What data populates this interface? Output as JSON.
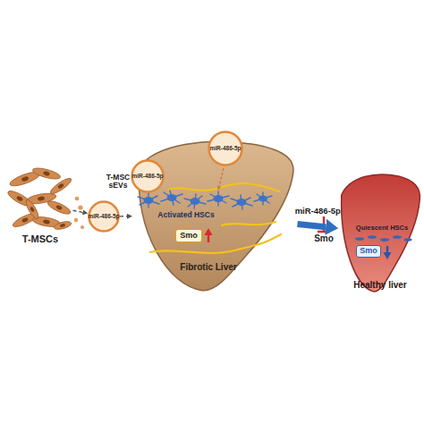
{
  "diagram": {
    "nodes": [
      {
        "text": [
          "T-MSCs"
        ]
      },
      {
        "text": [
          "T-MSC sEVs",
          "miR-486-5p"
        ]
      },
      {
        "text": [
          "Fibrotic Liver"
        ]
      },
      {
        "text": [
          "miR-486-5p"
        ],
        "in": 2
      },
      {
        "text": [
          "miR-486-5p"
        ],
        "in": 2
      },
      {
        "text": [
          "Smo"
        ],
        "in": 2
      },
      {
        "text": [
          "Healthy liver"
        ]
      },
      {
        "text": [
          "Smo"
        ],
        "in": 6
      }
    ],
    "edges": [
      {
        "from": 0,
        "to": 1,
        "arrow": "to"
      },
      {
        "from": 1,
        "to": 2,
        "arrow": "to"
      },
      {
        "from": 2,
        "to": 6,
        "arrow": "to",
        "label": "miR-486-5p"
      }
    ],
    "labels": [
      "Activated HSCs",
      "Smo",
      "Quiescent HSCs"
    ]
  }
}
